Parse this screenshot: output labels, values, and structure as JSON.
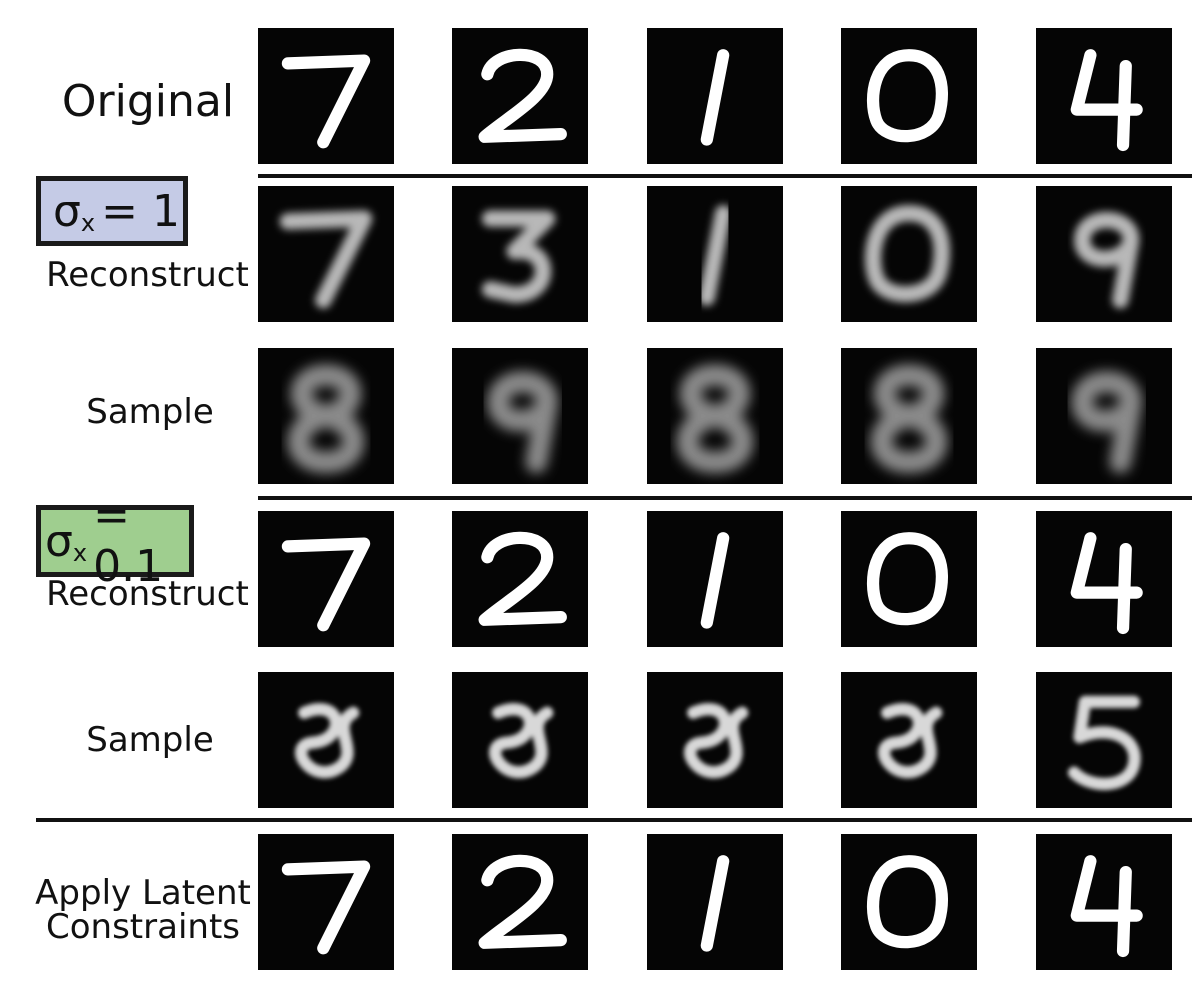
{
  "rows": {
    "original": "Original",
    "sigma1": {
      "symbol": "σ",
      "sub": "x",
      "eq": "= 1"
    },
    "reconstruct_1": "Reconstruct",
    "sample_1": "Sample",
    "sigma01": {
      "symbol": "σ",
      "sub": "x",
      "eq": "= 0.1"
    },
    "reconstruct_2": "Reconstruct",
    "sample_2": "Sample",
    "apply_line1": "Apply Latent",
    "apply_line2": "Constraints"
  },
  "colors": {
    "sigma1_box": "#c5cbe6",
    "sigma01_box": "#9fce8f",
    "tile_background": "#050505",
    "stroke": "#ffffff"
  },
  "tiles": {
    "original": [
      "7",
      "2",
      "1",
      "0",
      "4"
    ],
    "reconstruct_1": [
      "7",
      "3",
      "1",
      "0",
      "9"
    ],
    "sample_1": [
      "8",
      "9",
      "8",
      "8",
      "9"
    ],
    "reconstruct_2": [
      "7",
      "2",
      "1",
      "0",
      "4"
    ],
    "sample_2": [
      "scribble",
      "scribble",
      "scribble",
      "scribble",
      "5"
    ],
    "apply": [
      "7",
      "2",
      "1",
      "0",
      "4"
    ]
  }
}
